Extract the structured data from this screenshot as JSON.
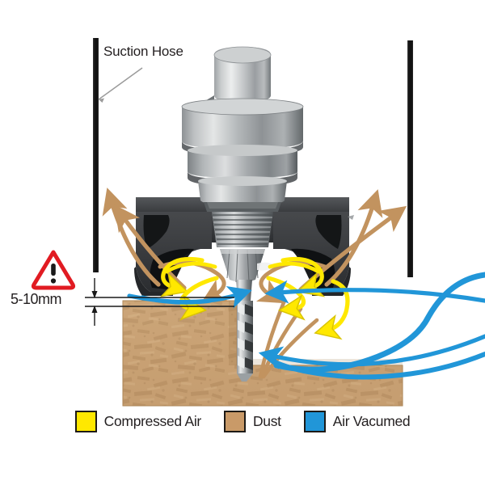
{
  "diagram": {
    "title": "Dust extraction shroud cross-section",
    "background_color": "#ffffff",
    "annotations": {
      "suction_hose_label": "Suction Hose",
      "dimension_label": "5-10mm",
      "warning_icon": "warning-triangle-icon"
    },
    "colors": {
      "compressed_air": "#FFE800",
      "dust": "#C99A68",
      "air_vacumed": "#2196D8",
      "hose": "#1a1a1a",
      "shroud_dark": "#3a3c3f",
      "shroud_darker": "#111214",
      "metal_light": "#e8e9ea",
      "metal_mid": "#a8abae",
      "metal_dark": "#5d6265",
      "workpiece": "#c9a274",
      "warning_red": "#e11b22",
      "text": "#231f20"
    },
    "parts": [
      {
        "name": "suction-hose-left",
        "kind": "hose-wall"
      },
      {
        "name": "suction-hose-right",
        "kind": "hose-wall"
      },
      {
        "name": "spindle-assembly",
        "kind": "machine"
      },
      {
        "name": "collet-nut",
        "kind": "machine"
      },
      {
        "name": "router-bit",
        "kind": "machine"
      },
      {
        "name": "dust-shroud",
        "kind": "housing"
      },
      {
        "name": "workpiece",
        "kind": "material"
      }
    ]
  },
  "legend": {
    "items": [
      {
        "label": "Compressed Air",
        "color": "#FFE800",
        "swatch_name": "legend-swatch-compressed-air"
      },
      {
        "label": "Dust",
        "color": "#C99A68",
        "swatch_name": "legend-swatch-dust"
      },
      {
        "label": "Air Vacumed",
        "color": "#2196D8",
        "swatch_name": "legend-swatch-air-vacumed"
      }
    ]
  },
  "flow_arrows": {
    "compressed_air_count": 6,
    "dust_count": 7,
    "air_vacumed_count": 6
  }
}
